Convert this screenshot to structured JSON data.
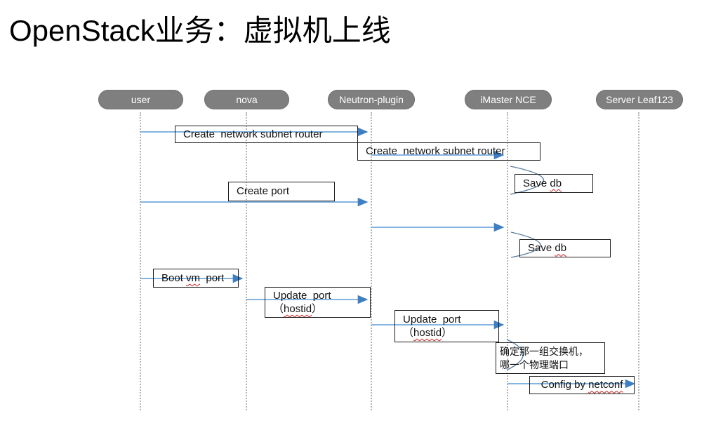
{
  "title": "OpenStack业务：虚拟机上线",
  "actors": [
    {
      "label": "user"
    },
    {
      "label": "nova"
    },
    {
      "label": "Neutron-plugin"
    },
    {
      "label": "iMaster NCE"
    },
    {
      "label": "Server Leaf123"
    }
  ],
  "messages": {
    "create_network_1": "Create  network subnet router",
    "create_network_2": "Create  network subnet router",
    "save_db_1": {
      "pre": "Save ",
      "misspelled": "db"
    },
    "create_port": "Create port",
    "save_db_2": {
      "pre": "Save ",
      "misspelled": "db"
    },
    "boot_vm": {
      "pre": "Boot ",
      "misspelled": "vm",
      "post": "  port"
    },
    "update_port_1": {
      "line1": "Update  port",
      "paren_open": "（",
      "misspelled": "hostid",
      "paren_close": "）"
    },
    "update_port_2": {
      "line1": "Update  port",
      "paren_open": "（",
      "misspelled": "hostid",
      "paren_close": "）"
    },
    "note": {
      "line1": "确定那一组交换机，",
      "line2": "哪一个物理端口"
    },
    "config_netconf": {
      "pre": "Config by ",
      "misspelled": "netconf"
    }
  },
  "colors": {
    "actor_pill": "#7f7f7f",
    "actor_text": "#ffffff",
    "arrow_line": "#5b9bd5",
    "arrow_head": "#3f7fc1",
    "self_loop": "#5b7da0",
    "box_border": "#1d1d1d",
    "lifeline": "#b4b4b4",
    "misspell_underline": "#d02020",
    "title_text": "#000000"
  }
}
